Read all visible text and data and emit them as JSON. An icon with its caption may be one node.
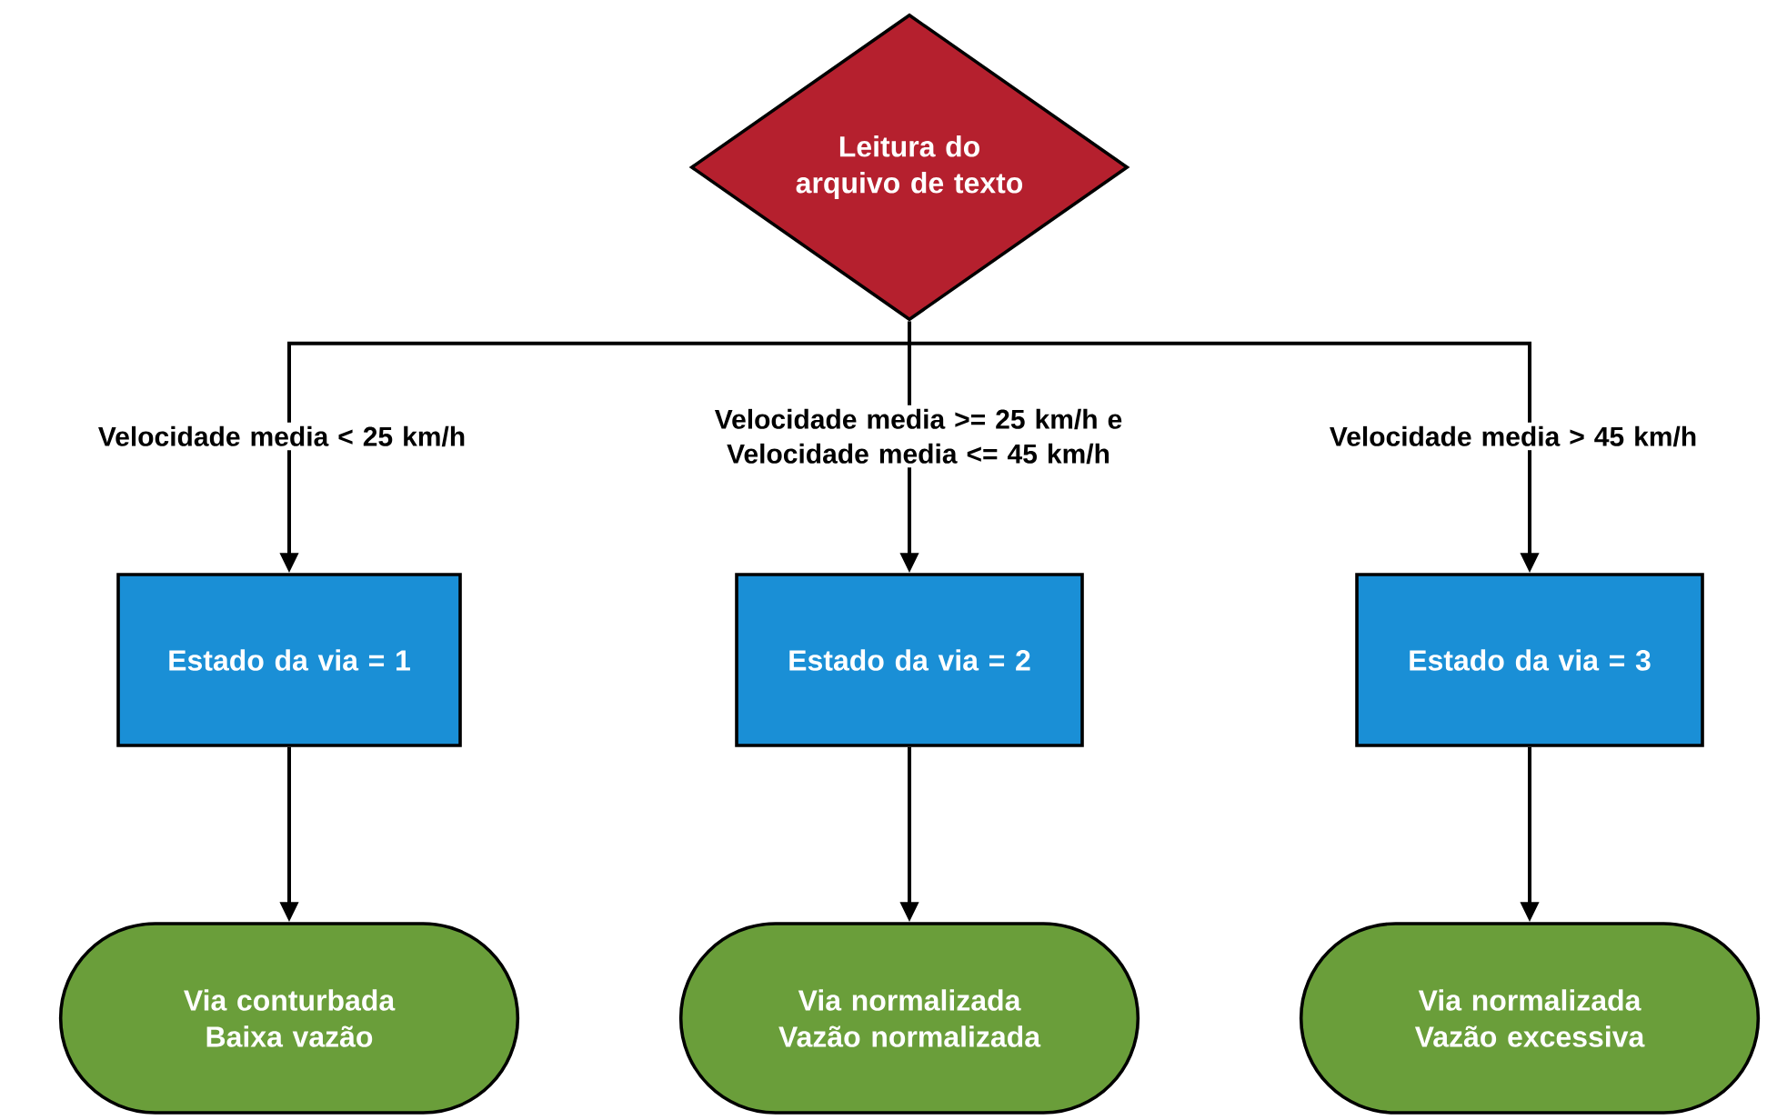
{
  "diagram": {
    "nodes": [
      {
        "text": [
          "Leitura do arquivo de texto"
        ]
      },
      {
        "text": [
          "Estado da via = 1"
        ]
      },
      {
        "text": [
          "Estado da via = 2"
        ]
      },
      {
        "text": [
          "Estado da via = 3"
        ]
      },
      {
        "text": [
          "Via conturbada Baixa vazão"
        ]
      },
      {
        "text": [
          "Via normalizada Vazão normalizada"
        ]
      },
      {
        "text": [
          "Via normalizada Vazão excessiva"
        ]
      }
    ],
    "edges": [
      {
        "from": 0,
        "to": 1,
        "arrow": "to",
        "label": "Velocidade media < 25 km/h"
      },
      {
        "from": 0,
        "to": 2,
        "arrow": "to",
        "label": "Velocidade media >= 25 km/h e Velocidade media <= 45 km/h"
      },
      {
        "from": 0,
        "to": 3,
        "arrow": "to",
        "label": "Velocidade media > 45 km/h"
      },
      {
        "from": 1,
        "to": 4,
        "arrow": "to"
      },
      {
        "from": 2,
        "to": 5,
        "arrow": "to"
      },
      {
        "from": 3,
        "to": 6,
        "arrow": "to"
      }
    ]
  }
}
